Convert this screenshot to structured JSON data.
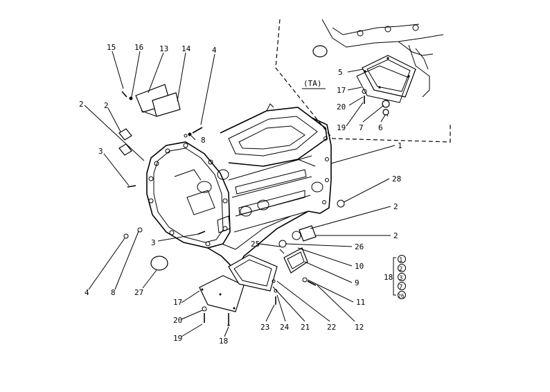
{
  "diagram": {
    "inset_label": "(TA)",
    "callouts": {
      "c15": "15",
      "c16": "16",
      "c13": "13",
      "c14": "14",
      "c4top": "4",
      "c2a": "2",
      "c2b": "2",
      "c8top": "8",
      "c3a": "3",
      "c4bot": "4",
      "c8bot": "8",
      "c27": "27",
      "c3b": "3",
      "c17a": "17",
      "c20a": "20",
      "c19a": "19",
      "c18": "18",
      "c23": "23",
      "c24": "24",
      "c21": "21",
      "c22": "22",
      "c12": "12",
      "c11": "11",
      "c9": "9",
      "c10": "10",
      "c26": "26",
      "c25": "25",
      "c2c": "2",
      "c2d": "2",
      "c28": "28",
      "c1": "1",
      "c5": "5",
      "c17b": "17",
      "c20b": "20",
      "c19b": "19",
      "c7": "7",
      "c6": "6"
    },
    "legend": {
      "key": "18",
      "items": [
        "1",
        "2",
        "3",
        "7",
        "26"
      ]
    }
  }
}
